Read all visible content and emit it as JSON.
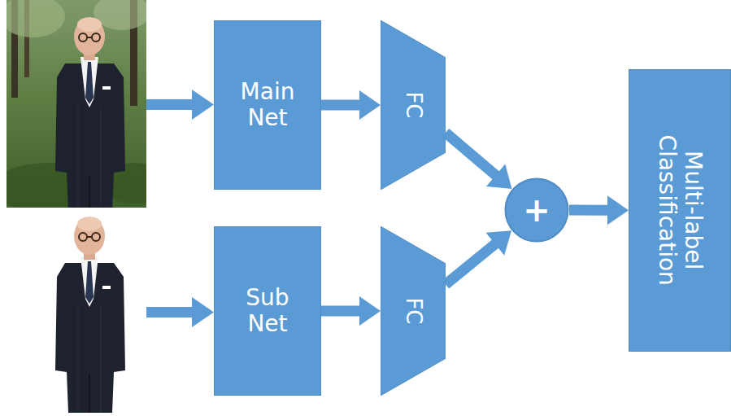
{
  "diagram": {
    "nodes": [
      {
        "text": [
          "Main Net"
        ]
      },
      {
        "text": [
          "FC"
        ]
      },
      {
        "text": [
          "Sub Net"
        ]
      },
      {
        "text": [
          "FC"
        ]
      },
      {
        "text": [
          "+"
        ]
      },
      {
        "text": [
          "Multi-label Classification"
        ]
      }
    ],
    "edges": [
      {
        "from": 0,
        "to": 1,
        "arrow": "to"
      },
      {
        "from": 1,
        "to": 4,
        "arrow": "to"
      },
      {
        "from": 2,
        "to": 3,
        "arrow": "to"
      },
      {
        "from": 3,
        "to": 4,
        "arrow": "to"
      },
      {
        "from": 4,
        "to": 5,
        "arrow": "to"
      }
    ]
  }
}
